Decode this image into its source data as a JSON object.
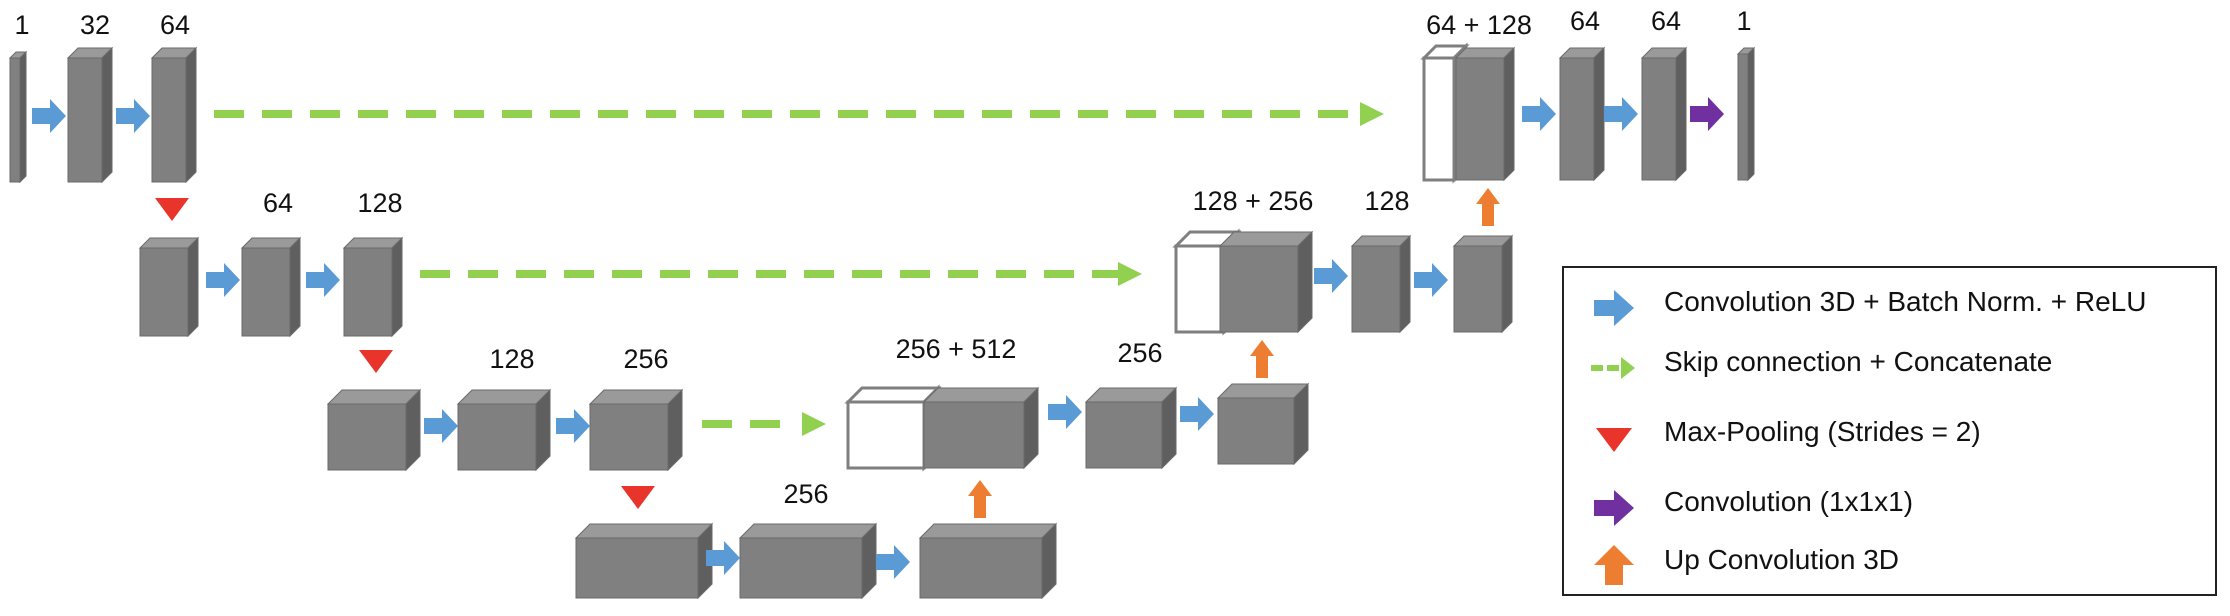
{
  "diagram": {
    "channel_labels": {
      "l1_in": "1",
      "l1_c1": "32",
      "l1_c2": "64",
      "l2_c1": "64",
      "l2_c2": "128",
      "l3_c1": "128",
      "l3_c2": "256",
      "l4_c1": "256",
      "u3_concat": "256 + 512",
      "u3_c": "256",
      "u2_concat": "128 + 256",
      "u2_c": "128",
      "u1_concat": "64 + 128",
      "u1_c1": "64",
      "u1_c2": "64",
      "out": "1"
    }
  },
  "legend": {
    "items": [
      {
        "label": "Convolution 3D + Batch Norm. + ReLU",
        "icon": "blue-right-arrow-icon",
        "color": "#5b9bd5"
      },
      {
        "label": "Skip connection + Concatenate",
        "icon": "green-dashed-arrow-icon",
        "color": "#92d050"
      },
      {
        "label": "Max-Pooling (Strides = 2)",
        "icon": "red-down-triangle-icon",
        "color": "#e8342a"
      },
      {
        "label": "Convolution (1x1x1)",
        "icon": "purple-right-arrow-icon",
        "color": "#7030a0"
      },
      {
        "label": "Up Convolution 3D",
        "icon": "orange-up-arrow-icon",
        "color": "#ed7d31"
      }
    ]
  },
  "colors": {
    "block_front": "#808080",
    "block_top": "#9a9a9a",
    "block_side": "#5f5f5f",
    "conv": "#5b9bd5",
    "skip": "#92d050",
    "pool": "#e8342a",
    "final_conv": "#7030a0",
    "upconv": "#ed7d31"
  }
}
